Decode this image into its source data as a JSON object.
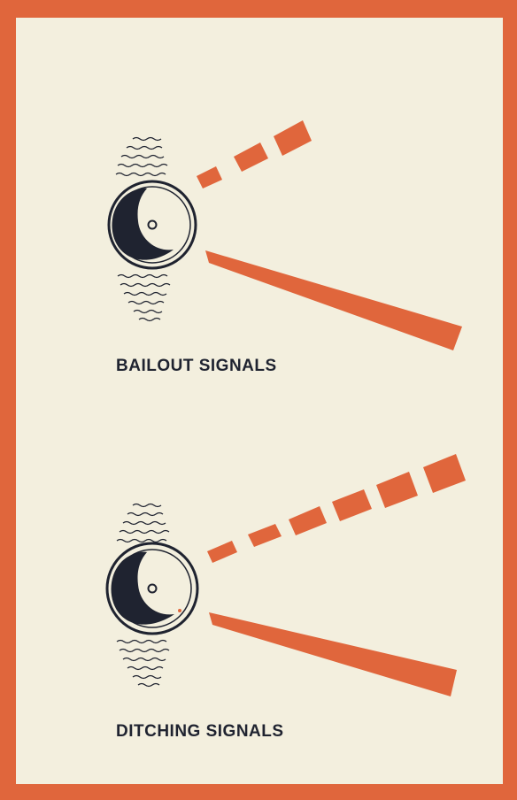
{
  "diagrams": [
    {
      "caption": "BAILOUT SIGNALS",
      "short_flashes": 3,
      "long_flashes": 1
    },
    {
      "caption": "DITCHING SIGNALS",
      "short_flashes": 6,
      "long_flashes": 1
    }
  ],
  "colors": {
    "border": "#e0663c",
    "paper": "#f3efde",
    "signal": "#e0663c",
    "ink": "#1f2330"
  }
}
